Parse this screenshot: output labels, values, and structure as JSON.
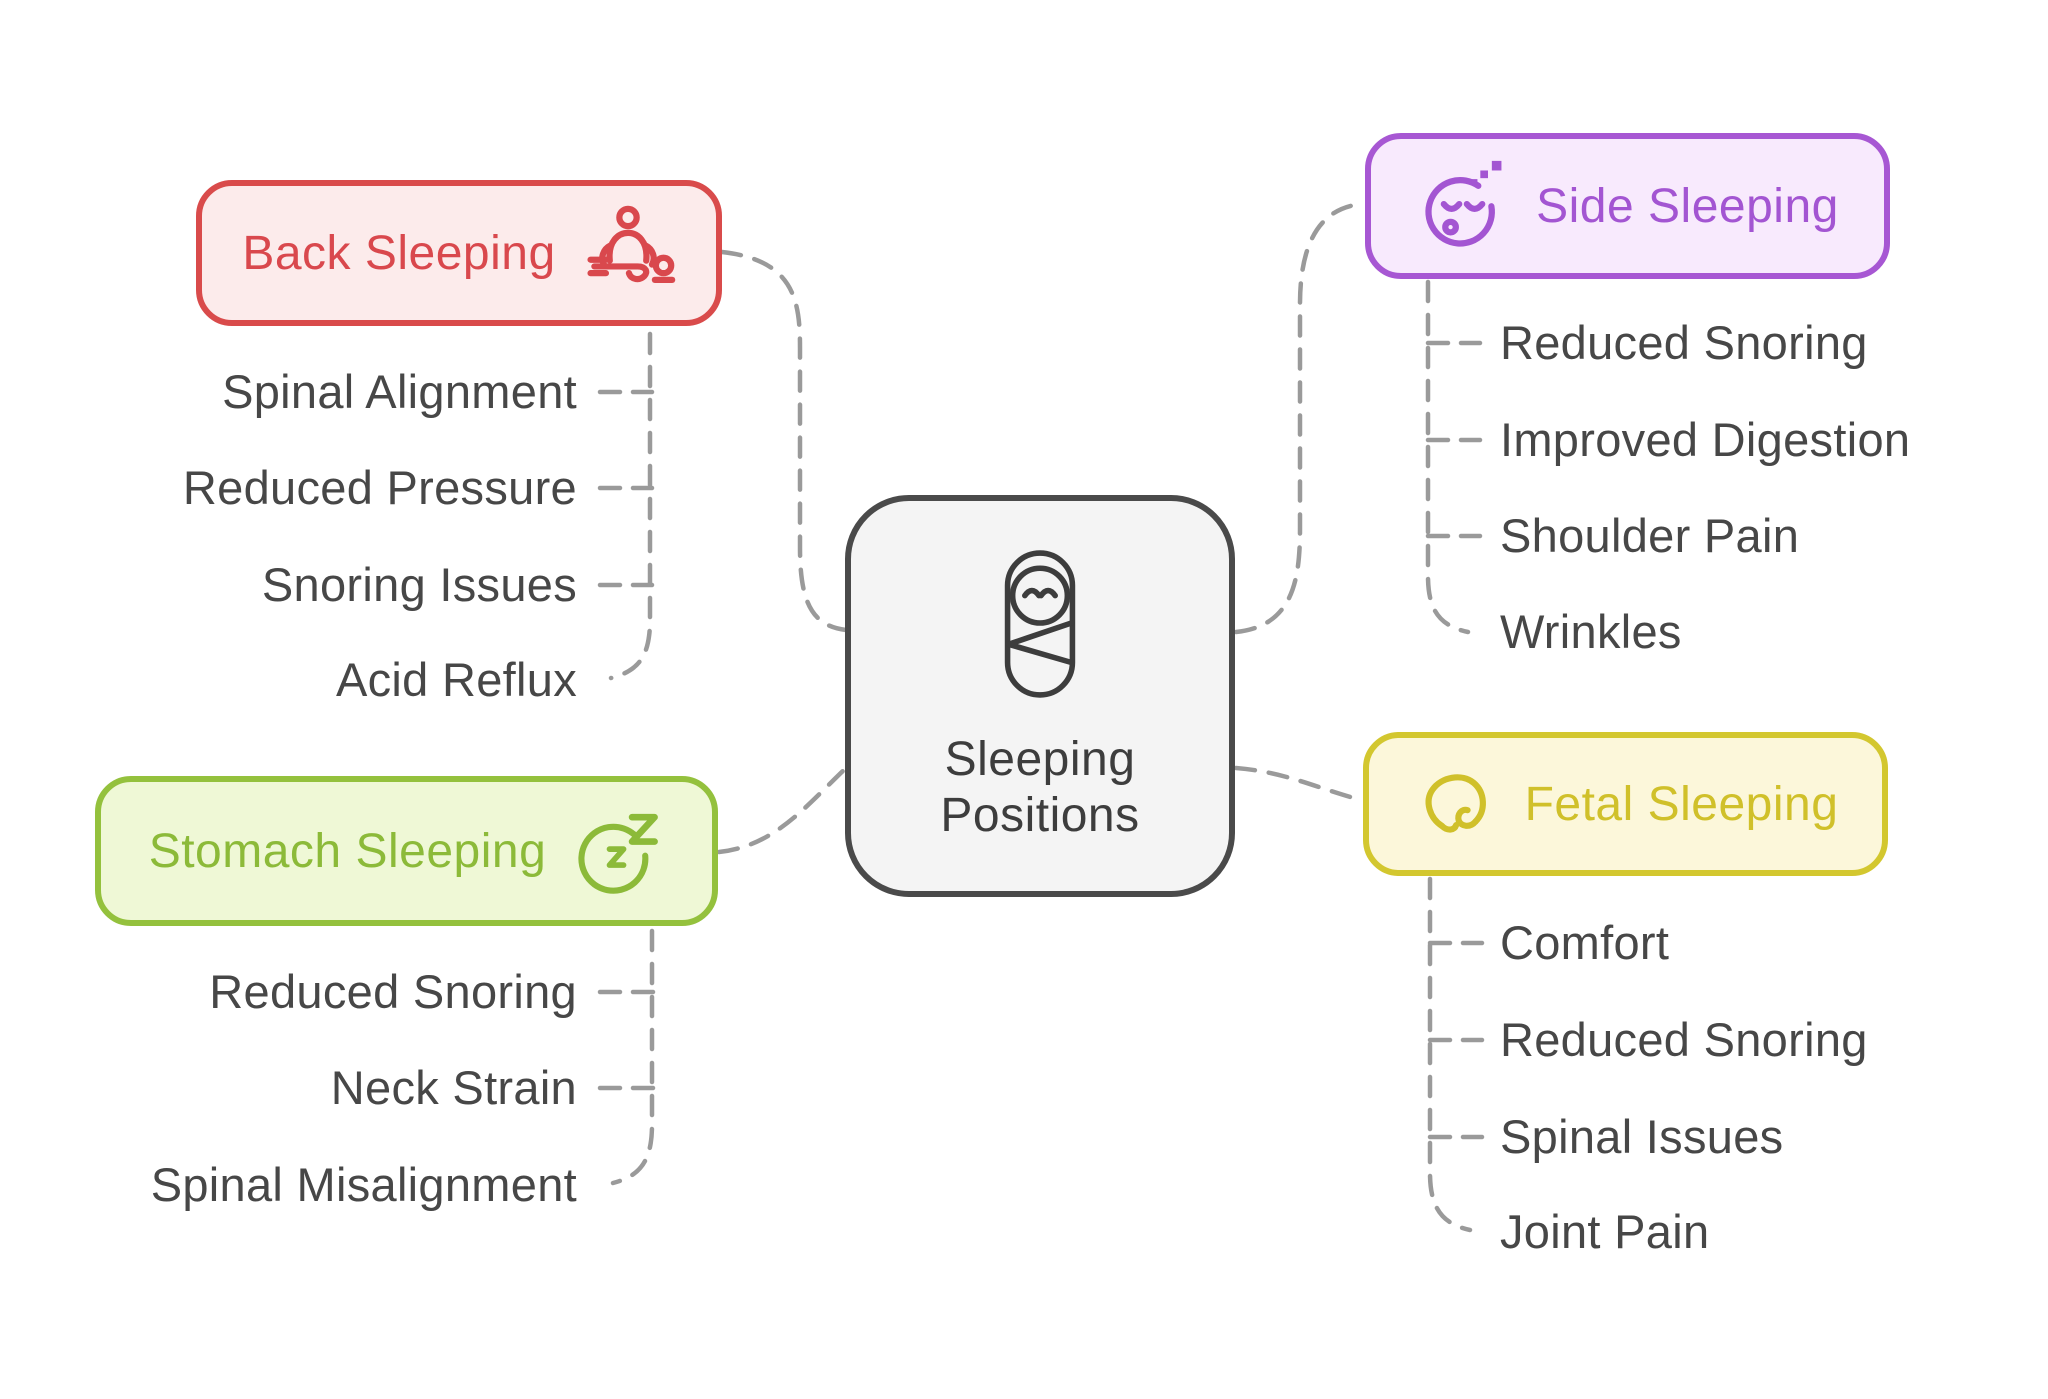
{
  "title": "Sleeping Positions",
  "center": {
    "title_lines": [
      "Sleeping",
      "Positions"
    ],
    "icon": "swaddled-baby-icon",
    "colors": {
      "border": "#4a4a4a",
      "background": "#f4f4f4",
      "text": "#3d3d3d"
    }
  },
  "nodes": [
    {
      "id": "back-sleeping",
      "label": "Back Sleeping",
      "icon": "massage-icon",
      "icon_side": "right",
      "colors": {
        "border": "#d94b4b",
        "background": "#fcebeb",
        "text": "#d9484d"
      },
      "children": [
        "Spinal Alignment",
        "Reduced Pressure",
        "Snoring Issues",
        "Acid Reflux"
      ]
    },
    {
      "id": "side-sleeping",
      "label": "Side Sleeping",
      "icon": "sleepy-face-icon",
      "icon_side": "left",
      "colors": {
        "border": "#a757d3",
        "background": "#f8eafd",
        "text": "#a355d2"
      },
      "children": [
        "Reduced Snoring",
        "Improved Digestion",
        "Shoulder Pain",
        "Wrinkles"
      ]
    },
    {
      "id": "stomach-sleeping",
      "label": "Stomach Sleeping",
      "icon": "moon-zzz-icon",
      "icon_side": "right",
      "colors": {
        "border": "#94c13d",
        "background": "#eff8d6",
        "text": "#8cba39"
      },
      "children": [
        "Reduced Snoring",
        "Neck Strain",
        "Spinal Misalignment"
      ]
    },
    {
      "id": "fetal-sleeping",
      "label": "Fetal Sleeping",
      "icon": "fetal-curl-icon",
      "icon_side": "left",
      "colors": {
        "border": "#d3c72f",
        "background": "#fcf7da",
        "text": "#d0c02a"
      },
      "children": [
        "Comfort",
        "Reduced Snoring",
        "Spinal Issues",
        "Joint Pain"
      ]
    }
  ],
  "connector_color": "#9a9a9a"
}
